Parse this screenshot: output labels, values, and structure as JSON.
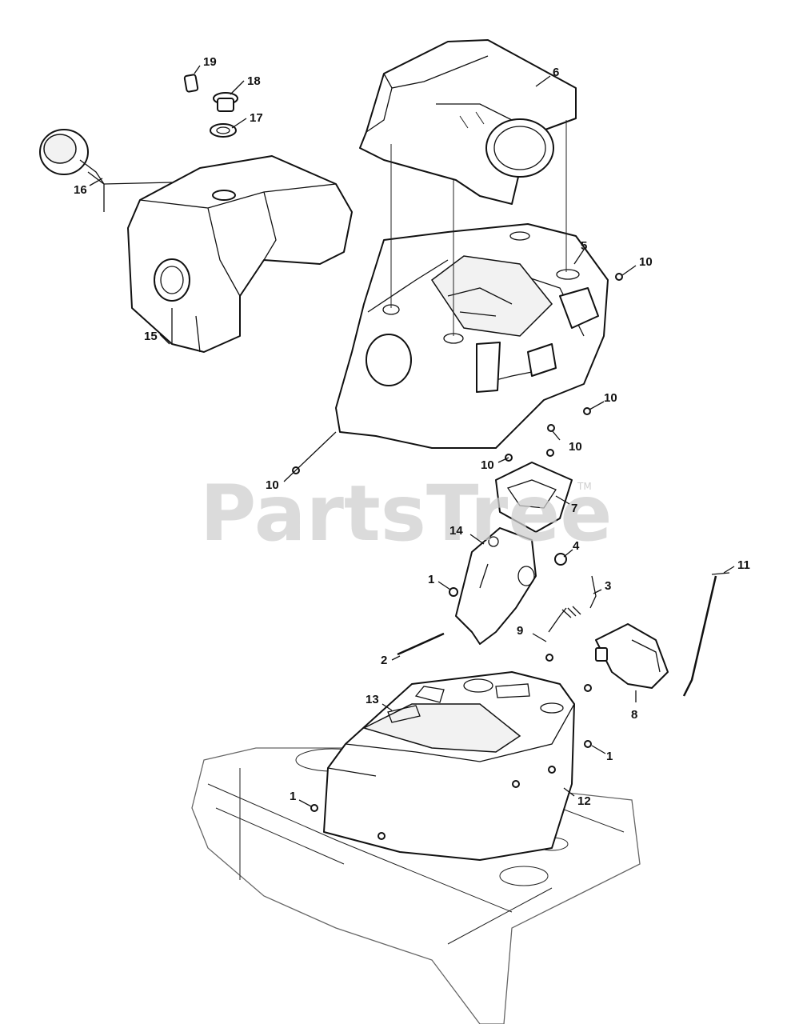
{
  "watermark": {
    "text": "PartsTree",
    "trademark": "TM"
  },
  "callouts": {
    "c1a": "1",
    "c1b": "1",
    "c1c": "1",
    "c2": "2",
    "c3": "3",
    "c4": "4",
    "c5": "5",
    "c6": "6",
    "c7": "7",
    "c8": "8",
    "c9": "9",
    "c10a": "10",
    "c10b": "10",
    "c10c": "10",
    "c10d": "10",
    "c10e": "10",
    "c11": "11",
    "c12": "12",
    "c13": "13",
    "c14": "14",
    "c15": "15",
    "c16": "16",
    "c17": "17",
    "c18": "18",
    "c19": "19"
  }
}
